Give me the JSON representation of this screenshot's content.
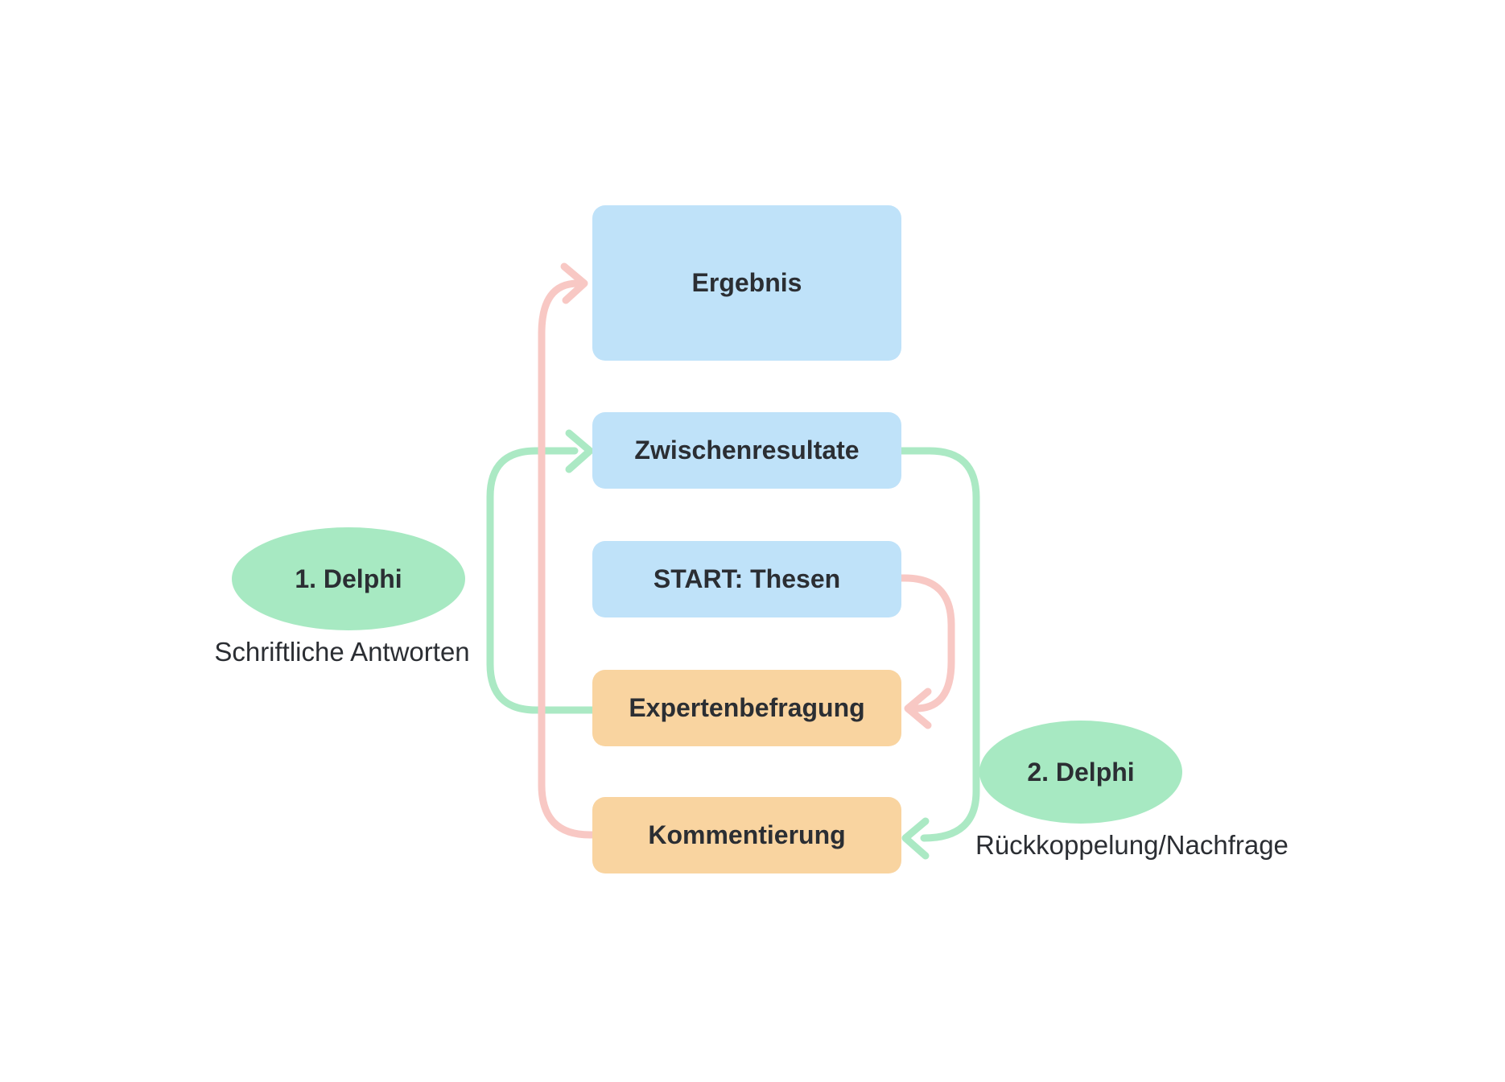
{
  "diagram": {
    "type": "flowchart",
    "background": "#ffffff",
    "nodes": {
      "ergebnis": {
        "label": "Ergebnis",
        "fill": "#bfe2f9"
      },
      "zwischenresultate": {
        "label": "Zwischenresultate",
        "fill": "#bfe2f9"
      },
      "start": {
        "label": "START: Thesen",
        "fill": "#bfe2f9"
      },
      "expertenbefragung": {
        "label": "Expertenbefragung",
        "fill": "#f9d4a0"
      },
      "kommentierung": {
        "label": "Kommentierung",
        "fill": "#f9d4a0"
      }
    },
    "stages": {
      "delphi1": {
        "label": "1. Delphi",
        "annotation": "Schriftliche Antworten",
        "fill": "#a7e9c2"
      },
      "delphi2": {
        "label": "2. Delphi",
        "annotation": "Rückkoppelung/Nachfrage",
        "fill": "#a7e9c2"
      }
    },
    "edges": [
      {
        "from": "Expertenbefragung",
        "to": "Zwischenresultate",
        "side": "left",
        "color": "#abe9c4",
        "color_name": "green"
      },
      {
        "from": "Kommentierung",
        "to": "Ergebnis",
        "side": "left",
        "color": "#f8c8c4",
        "color_name": "pink"
      },
      {
        "from": "START: Thesen",
        "to": "Expertenbefragung",
        "side": "right",
        "color": "#f8c8c4",
        "color_name": "pink"
      },
      {
        "from": "Zwischenresultate",
        "to": "Kommentierung",
        "side": "right",
        "color": "#abe9c4",
        "color_name": "green"
      }
    ],
    "palette": {
      "box_blue": "#bfe2f9",
      "box_orange": "#f9d4a0",
      "ellipse_green": "#a7e9c2",
      "arrow_green": "#abe9c4",
      "arrow_pink": "#f8c8c4",
      "text": "#2b2e33"
    }
  }
}
